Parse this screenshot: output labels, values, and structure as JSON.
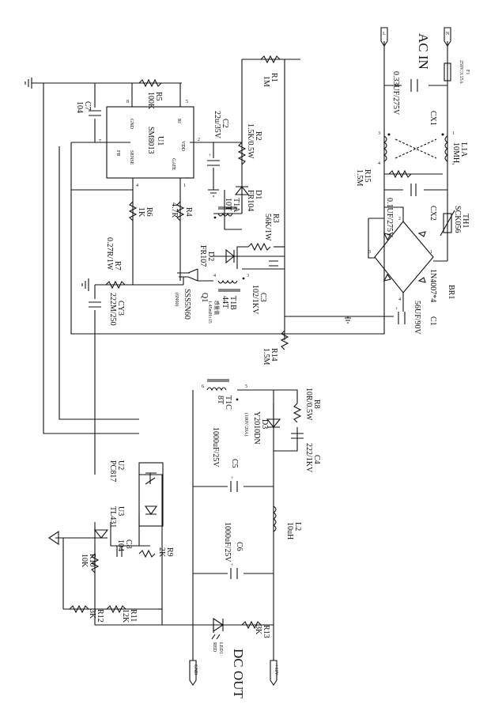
{
  "labels": {
    "ac_in": "AC IN",
    "dc_out": "DC OUT",
    "term_l": "L",
    "term_n": "N",
    "term_gnd": "GND",
    "term_12v": "+12V",
    "F1": "F1",
    "F1_val": "250V/3.15A",
    "CX1": "CX1",
    "CX1_val": "0.33UF/275V",
    "L1A": "L1A",
    "L1A_val": "10MH",
    "R15": "R15",
    "R15_val": "1.5M",
    "CX2": "CX2",
    "CX2_val": "0.1UF/275V",
    "TH1": "TH1",
    "TH1_val": "SCK056",
    "BR1": "BR1",
    "BR1_val": "1N4007*4",
    "C1": "C1",
    "C1_val": "56UF/90V",
    "R14": "R14",
    "R14_val": "1.5M",
    "R1": "R1",
    "R1_val": "1M",
    "C2": "C2",
    "C2_val": "22u/35V",
    "R2": "R2",
    "R2_val": "1.5K/0.5W",
    "D1": "D1",
    "D1_val": "FR104",
    "T1A": "T1A",
    "T1A_val": "10T",
    "R3": "R3",
    "R3_val": "56K/1W",
    "D2": "D2",
    "D2_val": "FR107",
    "C3": "C3",
    "C3_val": "102/1KV",
    "T1B": "T1B",
    "T1B_val": "44T",
    "T1B_note1": "感量值",
    "T1B_note2": "1.45mH±15",
    "U1": "U1",
    "U1_name": "SM8013",
    "pin_ri": "RI",
    "pin_gnd": "GND",
    "pin_vdd": "VDD",
    "pin_gate": "GATE",
    "pin_fb": "FB",
    "pin_sense": "SENSE",
    "Q1": "Q1",
    "Q1_val": "SSS5N60",
    "Q1_note": "(6N60)",
    "R4": "R4",
    "R4_val": "4.7R",
    "R5": "R5",
    "R5_val": "100K",
    "R6": "R6",
    "R6_val": "1K",
    "R7": "R7",
    "R7_val": "0.27R/1W",
    "C7": "C7",
    "C7_val": "104",
    "CY3": "CY3",
    "CY3_val": "222M/250",
    "T1C": "T1C",
    "T1C_val": "8T",
    "R8": "R8",
    "R8_val": "10R/0.5W",
    "D3": "D3",
    "D3_val": "Y2010DN",
    "D3_note": "(100V/20A)",
    "C4": "C4",
    "C4_val": "222/1KV",
    "C5": "C5",
    "C5_val": "1000uF/25V",
    "C6": "C6",
    "C6_val": "1000uF/25V",
    "L2": "L2",
    "L2_val": "10uH",
    "U2": "U2",
    "U2_val": "PC817",
    "U3": "U3",
    "U3_val": "TL431",
    "C8": "C8",
    "C8_val": "104",
    "R9": "R9",
    "R9_val": "2K",
    "R10": "R10",
    "R10_val": "10K",
    "R11": "R11",
    "R11_val": "12K",
    "R12": "R12",
    "R12_val": "3K",
    "R13": "R13",
    "R13_val": "3K",
    "LED1": "LED1",
    "LED1_val": "RED",
    "pn1": "1",
    "pn2": "2",
    "pn3": "3",
    "pn4": "4",
    "pn5": "5",
    "pn6": "6",
    "pn7": "7",
    "pn8": "8",
    "plus": "+"
  }
}
